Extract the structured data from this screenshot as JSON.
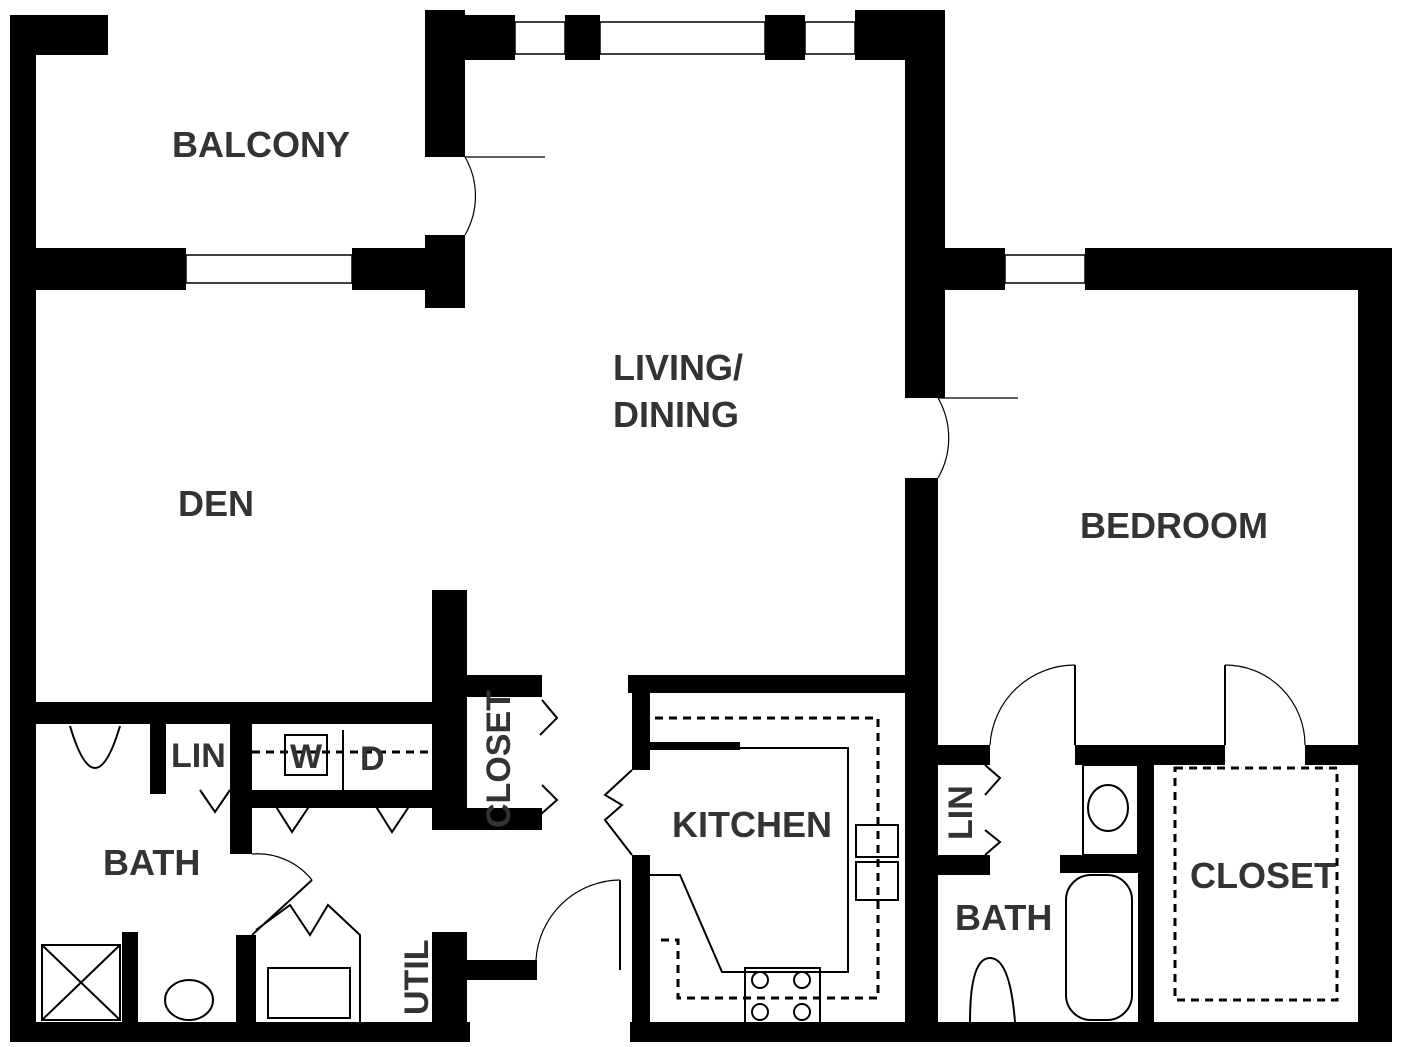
{
  "rooms": {
    "balcony": "BALCONY",
    "living_line1": "LIVING/",
    "living_line2": "DINING",
    "den": "DEN",
    "bedroom": "BEDROOM",
    "kitchen": "KITCHEN",
    "bath_left": "BATH",
    "bath_right": "BATH",
    "lin_left": "LIN",
    "lin_right": "LIN",
    "washer": "W",
    "dryer": "D",
    "closet_hall": "CLOSET",
    "closet_bedroom": "CLOSET",
    "util": "UTIL"
  },
  "colors": {
    "wall": "#000000",
    "label": "#333333"
  }
}
